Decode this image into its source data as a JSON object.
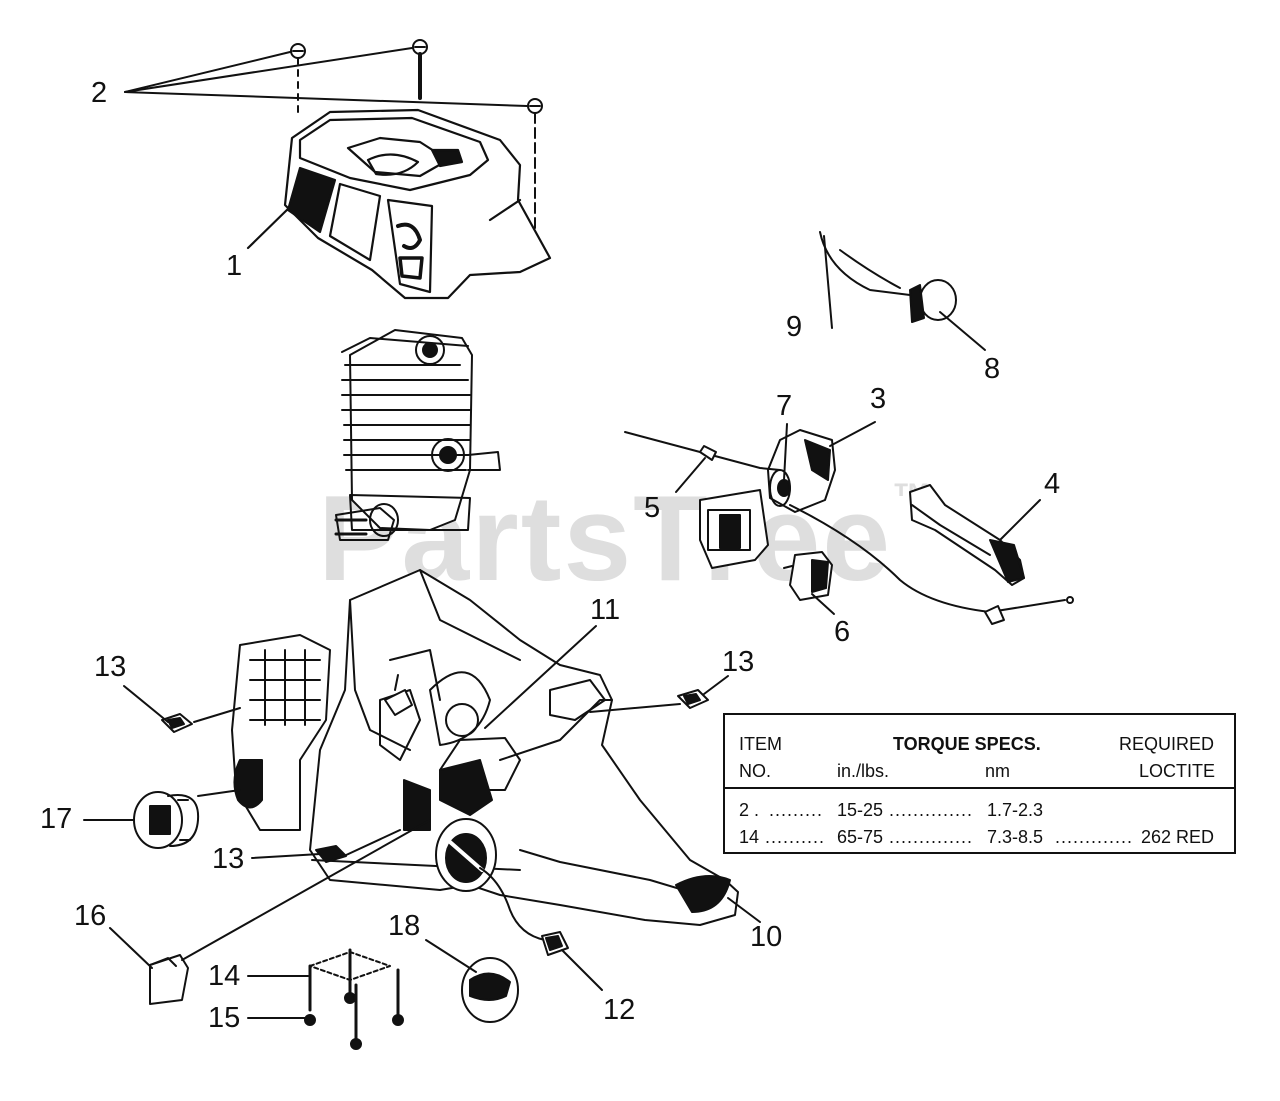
{
  "watermark": "PartsTree",
  "watermark_mark": "™",
  "callouts": {
    "c1": "1",
    "c2": "2",
    "c3": "3",
    "c4": "4",
    "c5": "5",
    "c6": "6",
    "c7": "7",
    "c8": "8",
    "c9": "9",
    "c10": "10",
    "c11": "11",
    "c12": "12",
    "c13a": "13",
    "c13b": "13",
    "c13c": "13",
    "c14": "14",
    "c15": "15",
    "c16": "16",
    "c17": "17",
    "c18": "18"
  },
  "table": {
    "h1a": "ITEM",
    "h1b": "NO.",
    "h2a": "TORQUE SPECS.",
    "h2b": "in./lbs.",
    "h2c": "nm",
    "h3a": "REQUIRED",
    "h3b": "LOCTITE",
    "rows": [
      {
        "item": "2 . ",
        "inlbs": "15-25",
        "nm": "1.7-2.3",
        "loctite": ""
      },
      {
        "item": "14 ",
        "inlbs": "65-75",
        "nm": "7.3-8.5",
        "loctite": "262 RED"
      }
    ]
  }
}
